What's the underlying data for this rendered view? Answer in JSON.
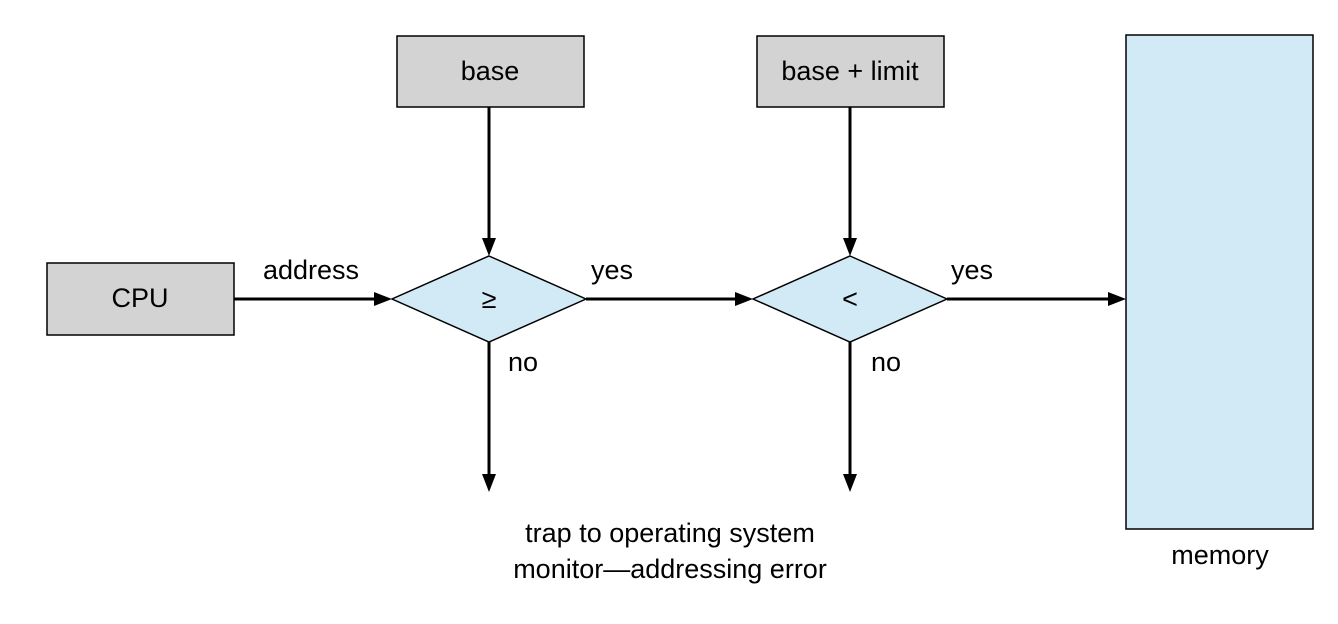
{
  "boxes": {
    "cpu": "CPU",
    "base": "base",
    "base_limit": "base + limit"
  },
  "comparators": {
    "first": "≥",
    "second": "<"
  },
  "edges": {
    "address": "address",
    "yes_1": "yes",
    "yes_2": "yes",
    "no_1": "no",
    "no_2": "no"
  },
  "trap": {
    "line1": "trap to operating system",
    "line2": "monitor—addressing error"
  },
  "memory": {
    "label": "memory"
  },
  "colors": {
    "box_fill": "#d3d3d3",
    "shape_fill": "#d2e9f6",
    "stroke": "#000000"
  }
}
